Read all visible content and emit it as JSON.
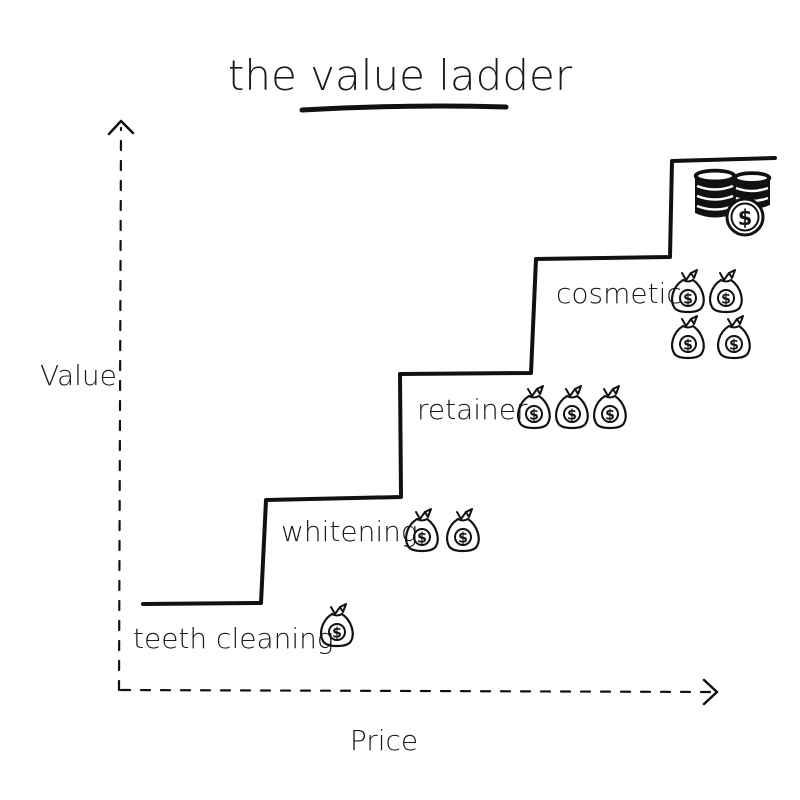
{
  "title": "the value ladder",
  "axes": {
    "y_label": "Value",
    "x_label": "Price"
  },
  "steps": [
    {
      "label": "teeth cleaning",
      "money_bags": 1
    },
    {
      "label": "whitening",
      "money_bags": 2
    },
    {
      "label": "retainer",
      "money_bags": 3
    },
    {
      "label": "cosmetic",
      "money_bags": 4
    }
  ],
  "top_icon": "coin-stack-dollar-icon",
  "bag_icon": "money-bag-icon",
  "bag_symbol": "$",
  "ink_color": "#111111"
}
